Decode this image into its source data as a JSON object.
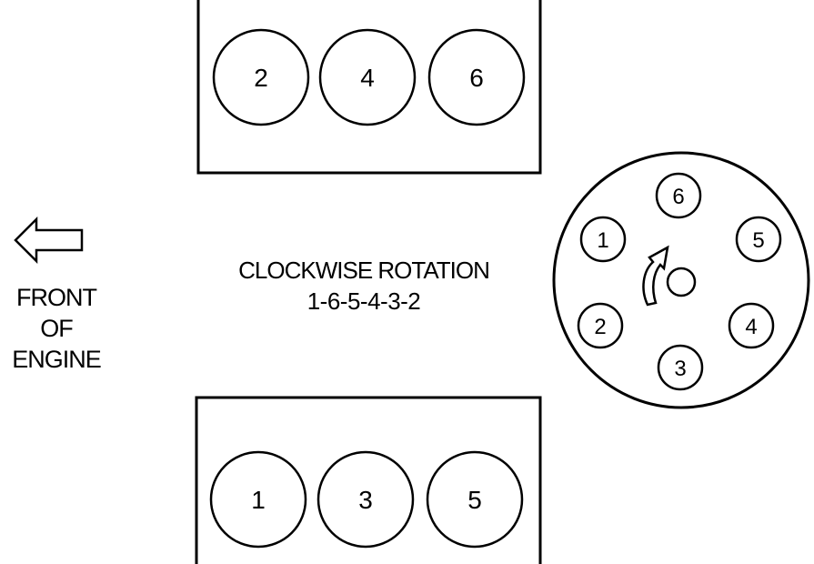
{
  "rotation": {
    "line1": "CLOCKWISE ROTATION",
    "line2": "1-6-5-4-3-2"
  },
  "front_label": {
    "line1": "FRONT",
    "line2": "OF",
    "line3": "ENGINE"
  },
  "upper_bank": {
    "cylinders": [
      "2",
      "4",
      "6"
    ]
  },
  "lower_bank": {
    "cylinders": [
      "1",
      "3",
      "5"
    ]
  },
  "distributor_cap": {
    "terminals": [
      "6",
      "1",
      "5",
      "2",
      "4",
      "3"
    ]
  },
  "colors": {
    "stroke": "#000000",
    "background": "#ffffff"
  }
}
